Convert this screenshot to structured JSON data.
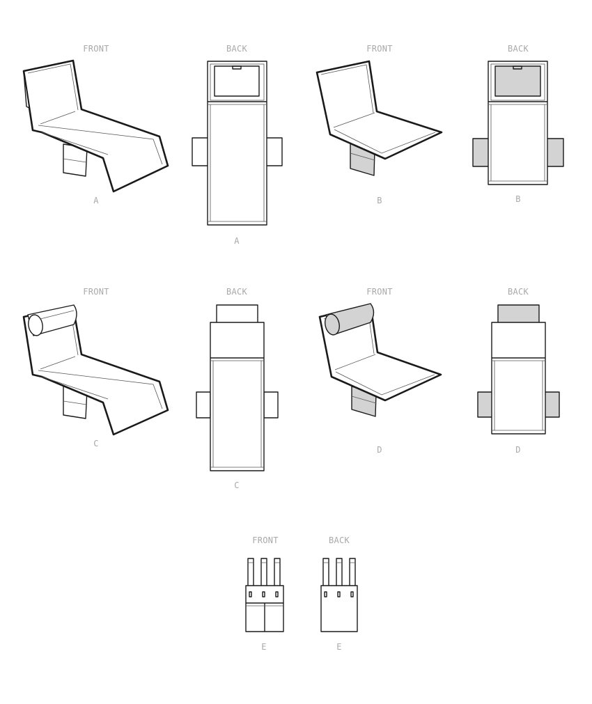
{
  "views": {
    "a_front": {
      "view_label": "FRONT",
      "style_label": "A"
    },
    "a_back": {
      "view_label": "BACK",
      "style_label": "A"
    },
    "b_front": {
      "view_label": "FRONT",
      "style_label": "B"
    },
    "b_back": {
      "view_label": "BACK",
      "style_label": "B"
    },
    "c_front": {
      "view_label": "FRONT",
      "style_label": "C"
    },
    "c_back": {
      "view_label": "BACK",
      "style_label": "C"
    },
    "d_front": {
      "view_label": "FRONT",
      "style_label": "D"
    },
    "d_back": {
      "view_label": "BACK",
      "style_label": "D"
    },
    "e_front": {
      "view_label": "FRONT",
      "style_label": "E"
    },
    "e_back": {
      "view_label": "BACK",
      "style_label": "E"
    }
  },
  "colors": {
    "line": "#1a1a1a",
    "contrast_fill": "#d3d3d3",
    "label_gray": "#a9a9a9",
    "background": "#ffffff"
  }
}
